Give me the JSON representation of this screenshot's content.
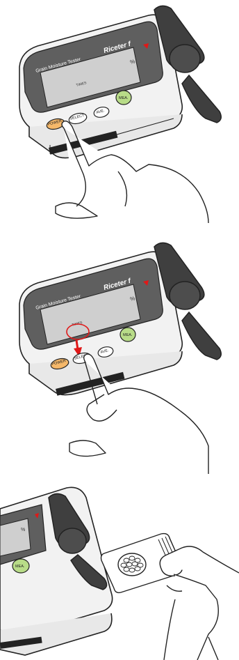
{
  "device": {
    "brand_label": "Grain Moisture Tester",
    "model_label": "Riceter f",
    "display_unit": "%",
    "display_times": "TIMES"
  },
  "buttons": {
    "power": "POWER",
    "select": "SELECT",
    "ave": "AVE.",
    "mea": "MEA."
  },
  "colors": {
    "body": "#f2f2f2",
    "bezel": "#5f5f5f",
    "lcd": "#cfcfcf",
    "power": "#f5b86a",
    "mea": "#b8dc88",
    "highlight": "#e01818",
    "knob": "#3f3f3f"
  }
}
